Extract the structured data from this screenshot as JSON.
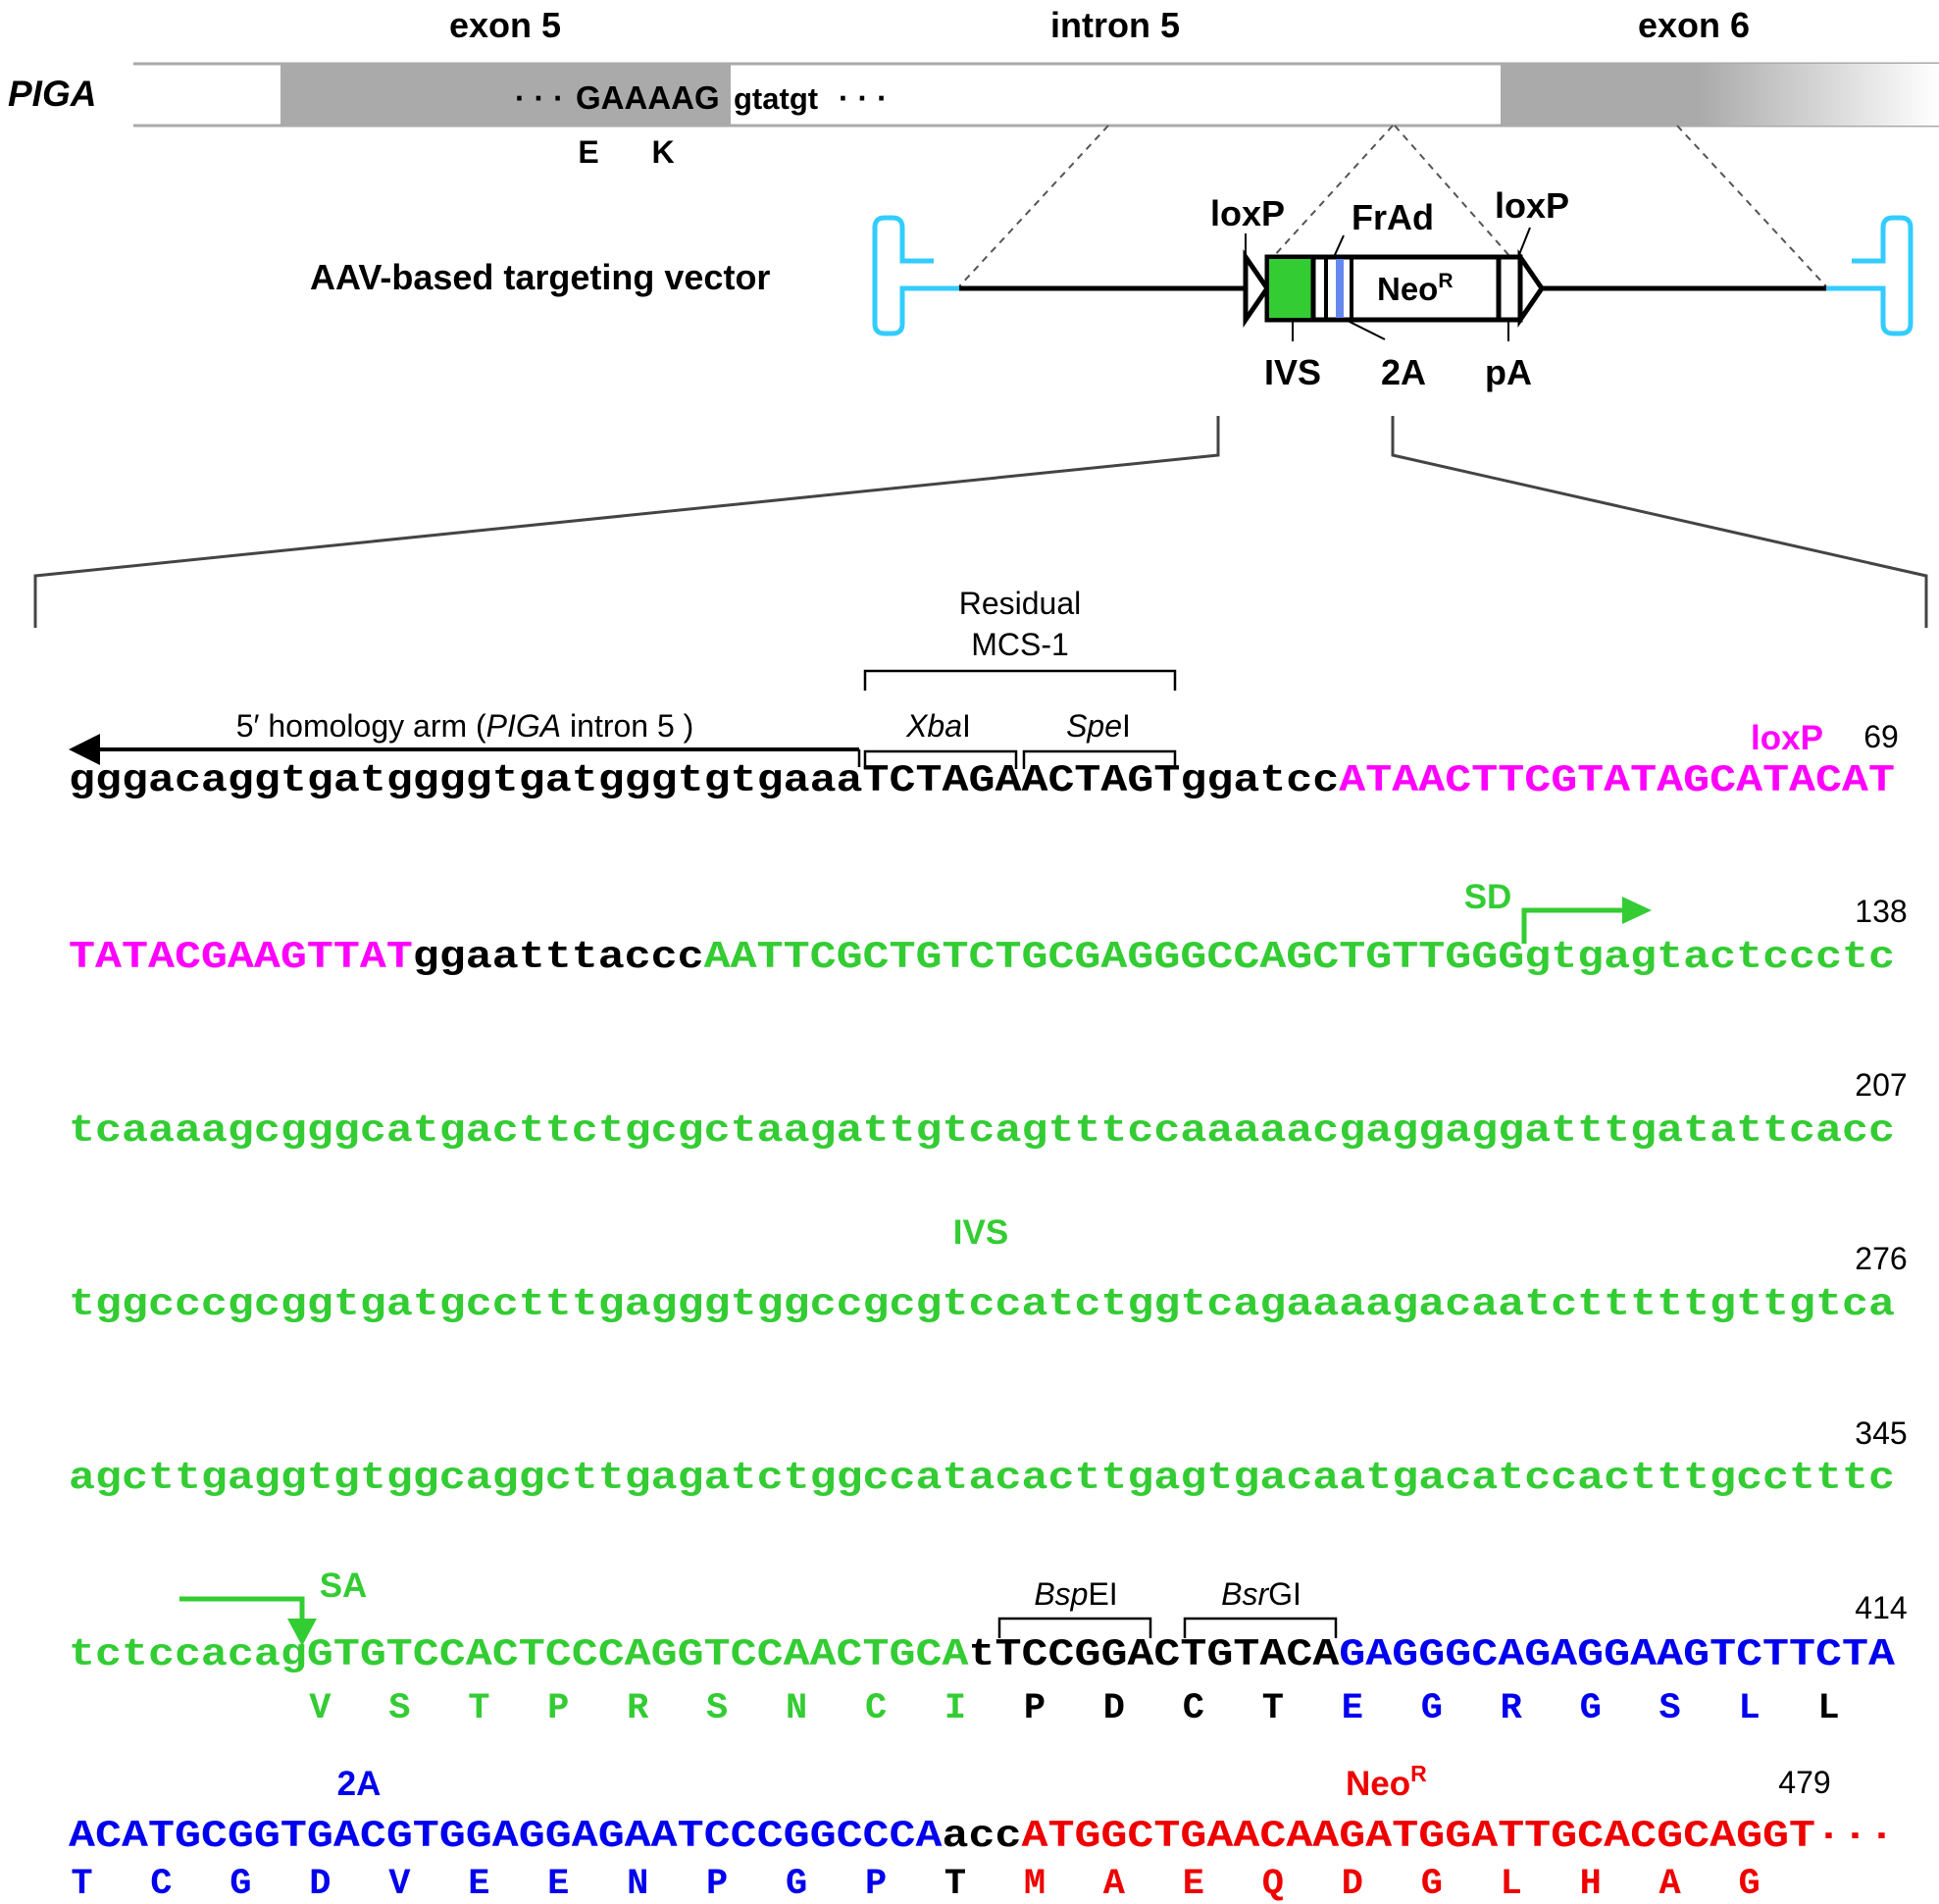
{
  "colors": {
    "black": "#000000",
    "loxp": "#ff00ff",
    "ivs": "#33cc33",
    "twoA": "#0000ee",
    "neo": "#ee0000",
    "aav_itr": "#33ccff",
    "exon_gray": "#aaaaaa",
    "ivs_box": "#33cc33",
    "frad_box": "#6688ee"
  },
  "gene": {
    "name": "PIGA",
    "exon5_label": "exon 5",
    "intron5_label": "intron 5",
    "exon6_label": "exon 6",
    "exon_seq": "GAAAAG",
    "intron_seq": "gtatgt",
    "leading_dots": "· · ·",
    "trailing_dots": "· · ·",
    "aa_E": "E",
    "aa_K": "K"
  },
  "vector": {
    "title": "AAV-based targeting vector",
    "loxp_left": "loxP",
    "loxp_right": "loxP",
    "frad": "FrAd",
    "neo": "Neo",
    "neo_sup": "R",
    "ivs": "IVS",
    "twoA": "2A",
    "pa": "pA"
  },
  "annotations": {
    "residual_mcs_line1": "Residual",
    "residual_mcs_line2": "MCS-1",
    "homology_arm_pre": "5′ homology arm (",
    "homology_arm_italic": "PIGA",
    "homology_arm_post": " intron 5 )",
    "xba_italic": "Xba",
    "xba_roman": "I",
    "spe_italic": "Spe",
    "spe_roman": "I",
    "loxp_label": "loxP",
    "sd_label": "SD",
    "ivs_label": "IVS",
    "sa_label": "SA",
    "bsp_italic": "Bsp",
    "bsp_roman": "EI",
    "bsr_italic": "Bsr",
    "bsr_roman": "GI",
    "twoA_label": "2A",
    "neo_label": "Neo",
    "neo_sup": "R"
  },
  "sequence_lines": [
    {
      "number": "69",
      "segments": [
        {
          "text": "gggacaggtgatggggtgatgggtgtgaaa",
          "color": "#000000"
        },
        {
          "text": "TCTAGAACTAGT",
          "color": "#000000"
        },
        {
          "text": "ggatcc",
          "color": "#000000"
        },
        {
          "text": "ATAACTTCGTATAGCATACAT",
          "color": "#ff00ff"
        }
      ]
    },
    {
      "number": "138",
      "segments": [
        {
          "text": "TATACGAAGTTAT",
          "color": "#ff00ff"
        },
        {
          "text": "ggaatttaccc",
          "color": "#000000"
        },
        {
          "text": "AATTCGCTGTCTGCGAGGGCCAGCTGTTGGG",
          "color": "#33cc33"
        },
        {
          "text": "gtgagtactccctc",
          "color": "#33cc33"
        }
      ]
    },
    {
      "number": "207",
      "segments": [
        {
          "text": "tcaaaagcgggcatgacttctgcgctaagattgtcagtttccaaaaacgaggaggatttgatattcacc",
          "color": "#33cc33"
        }
      ]
    },
    {
      "number": "276",
      "segments": [
        {
          "text": "tggcccgcggtgatgcctttgagggtggccgcgtccatctggtcagaaaagacaatctttttgttgtca",
          "color": "#33cc33"
        }
      ]
    },
    {
      "number": "345",
      "segments": [
        {
          "text": "agcttgaggtgtggcaggcttgagatctggccatacacttgagtgacaatgacatccactttgcctttc",
          "color": "#33cc33"
        }
      ]
    },
    {
      "number": "414",
      "segments": [
        {
          "text": "tctccacag",
          "color": "#33cc33"
        },
        {
          "text": "GTGTCCACTCCCAGGTCCAACTGCA",
          "color": "#33cc33"
        },
        {
          "text": "t",
          "color": "#000000"
        },
        {
          "text": "TCCGGACTGTACA",
          "color": "#000000"
        },
        {
          "text": "GAGGGCAGAGGAAGTCTTCTA",
          "color": "#0000ee"
        }
      ]
    },
    {
      "number": "479",
      "segments": [
        {
          "text": "ACATGCGGTGACGTGGAGGAGAATCCCGGCCCA",
          "color": "#0000ee"
        },
        {
          "text": "acc",
          "color": "#000000"
        },
        {
          "text": "ATGGCTGAACAAGATGGATTGCACGCAGGT",
          "color": "#ee0000"
        },
        {
          "text": "···",
          "color": "#ee0000"
        }
      ]
    }
  ],
  "translation_lines": [
    {
      "residues": [
        {
          "aa": "V",
          "color": "#33cc33"
        },
        {
          "aa": "S",
          "color": "#33cc33"
        },
        {
          "aa": "T",
          "color": "#33cc33"
        },
        {
          "aa": "P",
          "color": "#33cc33"
        },
        {
          "aa": "R",
          "color": "#33cc33"
        },
        {
          "aa": "S",
          "color": "#33cc33"
        },
        {
          "aa": "N",
          "color": "#33cc33"
        },
        {
          "aa": "C",
          "color": "#33cc33"
        },
        {
          "aa": "I",
          "color": "#33cc33"
        },
        {
          "aa": "P",
          "color": "#000000"
        },
        {
          "aa": "D",
          "color": "#000000"
        },
        {
          "aa": "C",
          "color": "#000000"
        },
        {
          "aa": "T",
          "color": "#000000"
        },
        {
          "aa": "E",
          "color": "#0000ee"
        },
        {
          "aa": "G",
          "color": "#0000ee"
        },
        {
          "aa": "R",
          "color": "#0000ee"
        },
        {
          "aa": "G",
          "color": "#0000ee"
        },
        {
          "aa": "S",
          "color": "#0000ee"
        },
        {
          "aa": "L",
          "color": "#0000ee"
        },
        {
          "aa": "L",
          "color": "#000000"
        }
      ]
    },
    {
      "residues": [
        {
          "aa": "T",
          "color": "#0000ee"
        },
        {
          "aa": "C",
          "color": "#0000ee"
        },
        {
          "aa": "G",
          "color": "#0000ee"
        },
        {
          "aa": "D",
          "color": "#0000ee"
        },
        {
          "aa": "V",
          "color": "#0000ee"
        },
        {
          "aa": "E",
          "color": "#0000ee"
        },
        {
          "aa": "E",
          "color": "#0000ee"
        },
        {
          "aa": "N",
          "color": "#0000ee"
        },
        {
          "aa": "P",
          "color": "#0000ee"
        },
        {
          "aa": "G",
          "color": "#0000ee"
        },
        {
          "aa": "P",
          "color": "#0000ee"
        },
        {
          "aa": "T",
          "color": "#000000"
        },
        {
          "aa": "M",
          "color": "#ee0000"
        },
        {
          "aa": "A",
          "color": "#ee0000"
        },
        {
          "aa": "E",
          "color": "#ee0000"
        },
        {
          "aa": "Q",
          "color": "#ee0000"
        },
        {
          "aa": "D",
          "color": "#ee0000"
        },
        {
          "aa": "G",
          "color": "#ee0000"
        },
        {
          "aa": "L",
          "color": "#ee0000"
        },
        {
          "aa": "H",
          "color": "#ee0000"
        },
        {
          "aa": "A",
          "color": "#ee0000"
        },
        {
          "aa": "G",
          "color": "#ee0000"
        }
      ]
    }
  ]
}
